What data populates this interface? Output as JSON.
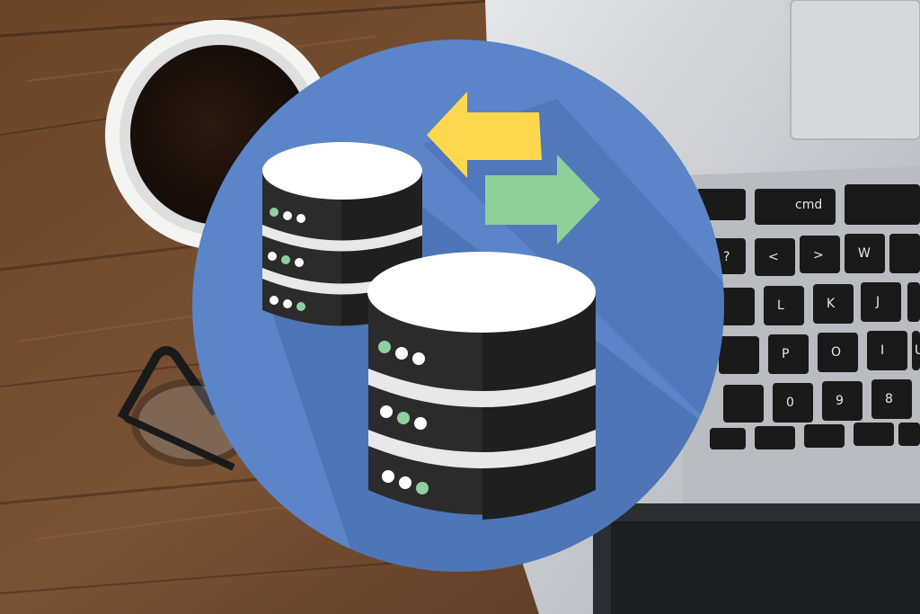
{
  "scene": {
    "subject": "database-sync-icon",
    "background": "desk-with-laptop-coffee-glasses"
  },
  "colors": {
    "badge_circle": "#5b85c8",
    "badge_shadow": "#4a70b0",
    "db_body_dark": "#2b2b2b",
    "db_body_mid": "#3a3a3a",
    "db_top": "#ffffff",
    "db_band": "#e8e8e8",
    "led_green": "#8fd0a0",
    "led_white": "#ffffff",
    "arrow_left": "#fdd84f",
    "arrow_right": "#8fcf9a",
    "wood_dark": "#4e3220",
    "wood_light": "#7a5234",
    "laptop_silver": "#c9ccd0",
    "key_black": "#1a1a1a"
  },
  "icons": [
    "database-small-icon",
    "database-large-icon",
    "arrow-left-icon",
    "arrow-right-icon"
  ],
  "keyboard": {
    "keys": [
      "cmd",
      "W",
      "J",
      "K",
      "L",
      "O",
      "P",
      "I",
      "U",
      "9",
      "8",
      "0",
      "<",
      ">",
      "?"
    ]
  }
}
